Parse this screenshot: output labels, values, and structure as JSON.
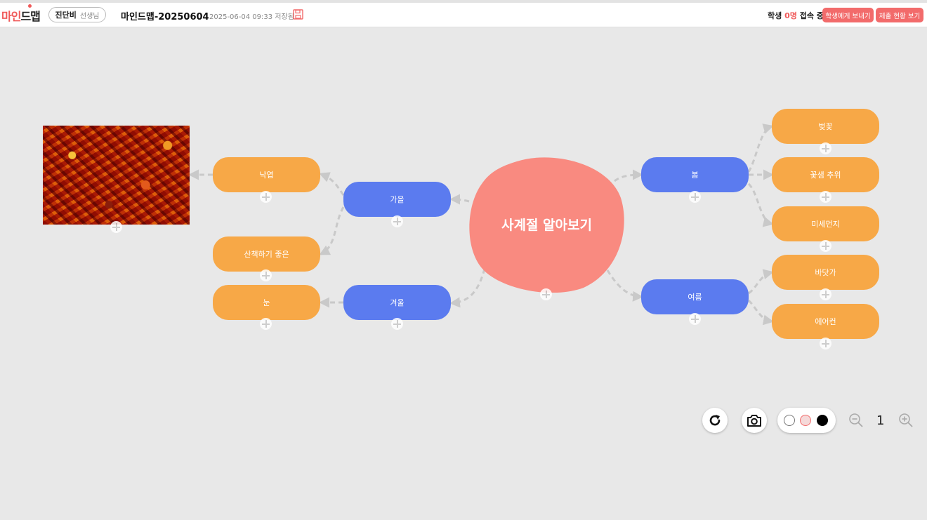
{
  "header": {
    "logo_part1": "마인",
    "logo_part2": "드맵",
    "user_name": "진단비",
    "user_role": "선생님",
    "map_title": "마인드맵-20250604",
    "saved_status": "2025-06-04 09:33 저장됨",
    "online_prefix": "학생",
    "online_count": "0명",
    "online_suffix": "접속 중",
    "send_button": "학생에게 보내기",
    "status_button": "제출 현황 보기"
  },
  "mindmap": {
    "central": "사계절 알아보기",
    "nodes": {
      "fall": "가을",
      "winter": "겨울",
      "spring": "봄",
      "summer": "여름",
      "fallen_leaves": "낙엽",
      "walk": "산책하기 좋은",
      "snow": "눈",
      "cherry": "벚꽃",
      "cold_snap": "꽃샘 추위",
      "dust": "미세먼지",
      "beach": "바닷가",
      "aircon": "에어컨"
    },
    "image": "autumn-leaves-photo"
  },
  "toolbar": {
    "zoom_level": "1",
    "icons": [
      "refresh-icon",
      "camera-icon",
      "zoom-out-icon",
      "zoom-in-icon"
    ],
    "colors": [
      "#ffffff",
      "#f5b5b5",
      "#000000"
    ]
  },
  "theme": {
    "central_color": "#f98a80",
    "main_node_color": "#5b7bef",
    "sub_node_color": "#f7a847",
    "accent": "#f26b6b"
  }
}
